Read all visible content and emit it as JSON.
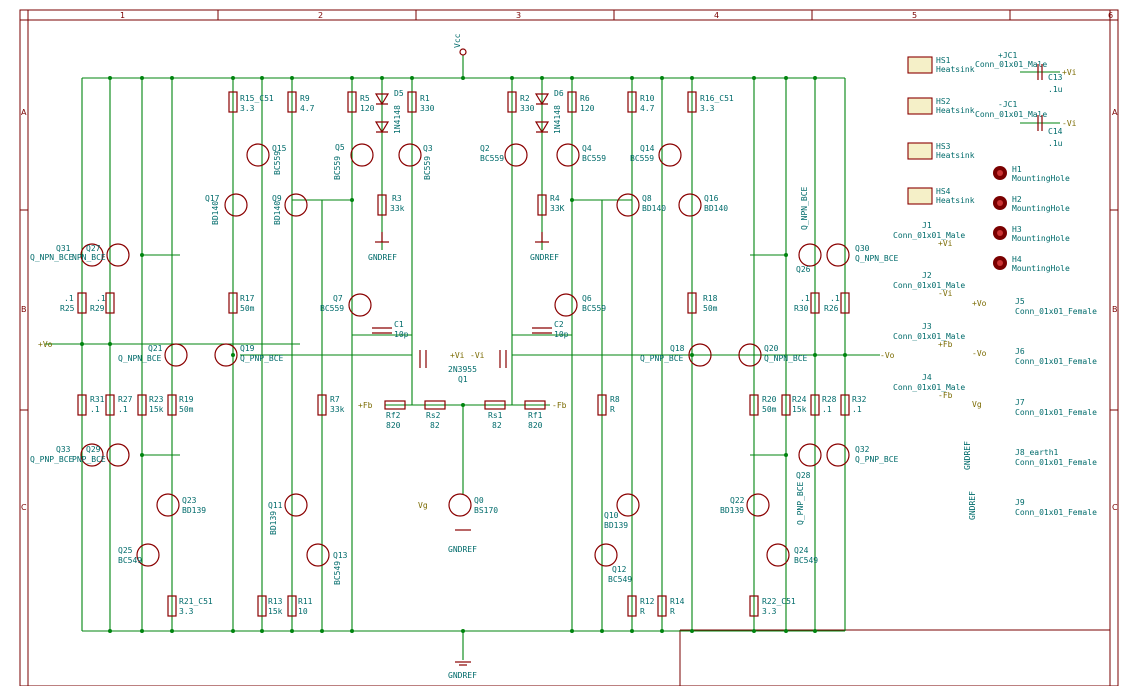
{
  "frame": {
    "columns": [
      "1",
      "2",
      "3",
      "4",
      "5",
      "6"
    ],
    "rows": [
      "A",
      "B",
      "C"
    ]
  },
  "power": {
    "vcc": "Vcc",
    "gnd": "GNDREF"
  },
  "labels": {
    "vp_left": "+Vo",
    "vm_right": "-Vo",
    "vi_plus": "+Vi",
    "vi_minus": "-Vi",
    "fb_plus": "+Fb",
    "fb_minus": "-Fb",
    "vg": "Vg"
  },
  "top_parts": [
    {
      "id": "r15",
      "ref": "R15_C51",
      "val": "3.3"
    },
    {
      "id": "r9",
      "ref": "R9",
      "val": "4.7"
    },
    {
      "id": "r5",
      "ref": "R5",
      "val": "120"
    },
    {
      "id": "d5",
      "ref": "D5",
      "val": "1N4148"
    },
    {
      "id": "r1",
      "ref": "R1",
      "val": "330"
    },
    {
      "id": "r2",
      "ref": "R2",
      "val": "330"
    },
    {
      "id": "d6",
      "ref": "D6",
      "val": "1N4148"
    },
    {
      "id": "r6",
      "ref": "R6",
      "val": "120"
    },
    {
      "id": "r10",
      "ref": "R10",
      "val": "4.7"
    },
    {
      "id": "r16",
      "ref": "R16_C51",
      "val": "3.3"
    }
  ],
  "transistors": [
    {
      "id": "q15",
      "ref": "Q15",
      "val": "BC559"
    },
    {
      "id": "q5",
      "ref": "Q5",
      "val": "BC559"
    },
    {
      "id": "q3",
      "ref": "Q3",
      "val": "BC559"
    },
    {
      "id": "q2",
      "ref": "Q2",
      "val": "BC559"
    },
    {
      "id": "q4",
      "ref": "Q4",
      "val": "BC559"
    },
    {
      "id": "q14",
      "ref": "Q14",
      "val": "BC559"
    },
    {
      "id": "q17",
      "ref": "Q17",
      "val": "BD140"
    },
    {
      "id": "q9",
      "ref": "Q9",
      "val": "BD140"
    },
    {
      "id": "q8",
      "ref": "Q8",
      "val": "BD140"
    },
    {
      "id": "q16",
      "ref": "Q16",
      "val": "BD140"
    },
    {
      "id": "q7",
      "ref": "Q7",
      "val": "BC559"
    },
    {
      "id": "q6",
      "ref": "Q6",
      "val": "BC559"
    },
    {
      "id": "q21",
      "ref": "Q21",
      "val": "Q_NPN_BCE"
    },
    {
      "id": "q19",
      "ref": "Q19",
      "val": "Q_PNP_BCE"
    },
    {
      "id": "q18",
      "ref": "Q18",
      "val": "Q_PNP_BCE"
    },
    {
      "id": "q20",
      "ref": "Q20",
      "val": "Q_NPN_BCE"
    },
    {
      "id": "q23",
      "ref": "Q23",
      "val": "BD139"
    },
    {
      "id": "q25",
      "ref": "Q25",
      "val": "BC549"
    },
    {
      "id": "q11",
      "ref": "Q11",
      "val": "BD139"
    },
    {
      "id": "q13",
      "ref": "Q13",
      "val": "BC549"
    },
    {
      "id": "q10",
      "ref": "Q10",
      "val": "BD139"
    },
    {
      "id": "q12",
      "ref": "Q12",
      "val": "BC549"
    },
    {
      "id": "q22",
      "ref": "Q22",
      "val": "BD139"
    },
    {
      "id": "q24",
      "ref": "Q24",
      "val": "BC549"
    },
    {
      "id": "q0",
      "ref": "Q0",
      "val": "BS170"
    },
    {
      "id": "q1",
      "ref": "Q1",
      "val": "2N3955"
    }
  ],
  "output_left": {
    "q31": "Q31",
    "q27": "Q27",
    "npn_label": "Q_NPN_BCE",
    "npn_label2": "NPN_BCE",
    "q33": "Q33",
    "q29": "Q29",
    "pnp_label": "Q_PNP_BCE",
    "pnp_label2": "PNP_BCE"
  },
  "output_right": {
    "q30": "Q30",
    "q26": "Q26",
    "q26_val": "Q_NPN_BCE",
    "q30_val": "Q_NPN_BCE",
    "q32": "Q32",
    "q28": "Q28",
    "q28_val": "Q_PNP_BCE",
    "q32_val": "Q_PNP_BCE"
  },
  "resistors_mid": [
    {
      "id": "r3",
      "ref": "R3",
      "val": "33k"
    },
    {
      "id": "r4",
      "ref": "R4",
      "val": "33K"
    },
    {
      "id": "r17",
      "ref": "R17",
      "val": "50m"
    },
    {
      "id": "r18",
      "ref": "R18",
      "val": "50m"
    },
    {
      "id": "r25",
      "ref": "R25",
      "val": ".1"
    },
    {
      "id": "r29",
      "ref": "R29",
      "val": ".1"
    },
    {
      "id": "r30",
      "ref": "R30",
      "val": ".1"
    },
    {
      "id": "r26",
      "ref": "R26",
      "val": ".1"
    },
    {
      "id": "r31",
      "ref": "R31",
      "val": ".1"
    },
    {
      "id": "r27",
      "ref": "R27",
      "val": ".1"
    },
    {
      "id": "r23",
      "ref": "R23",
      "val": "15k"
    },
    {
      "id": "r19",
      "ref": "R19",
      "val": "50m"
    },
    {
      "id": "r7",
      "ref": "R7",
      "val": "33k"
    },
    {
      "id": "r8",
      "ref": "R8",
      "val": "R"
    },
    {
      "id": "r20",
      "ref": "R20",
      "val": "50m"
    },
    {
      "id": "r24",
      "ref": "R24",
      "val": "15k"
    },
    {
      "id": "r28",
      "ref": "R28",
      "val": ".1"
    },
    {
      "id": "r32",
      "ref": "R32",
      "val": ".1"
    },
    {
      "id": "rf2",
      "ref": "Rf2",
      "val": "820"
    },
    {
      "id": "rs2",
      "ref": "Rs2",
      "val": "82"
    },
    {
      "id": "rs1",
      "ref": "Rs1",
      "val": "82"
    },
    {
      "id": "rf1",
      "ref": "Rf1",
      "val": "820"
    },
    {
      "id": "r21",
      "ref": "R21_C51",
      "val": "3.3"
    },
    {
      "id": "r13",
      "ref": "R13",
      "val": "15k"
    },
    {
      "id": "r11",
      "ref": "R11",
      "val": "10"
    },
    {
      "id": "r12",
      "ref": "R12",
      "val": "R"
    },
    {
      "id": "r14",
      "ref": "R14",
      "val": "R"
    },
    {
      "id": "r22",
      "ref": "R22_C51",
      "val": "3.3"
    }
  ],
  "caps": [
    {
      "id": "c1",
      "ref": "C1",
      "val": "10p"
    },
    {
      "id": "c2",
      "ref": "C2",
      "val": "10p"
    },
    {
      "id": "c13",
      "ref": "C13",
      "val": ".1u"
    },
    {
      "id": "c14",
      "ref": "C14",
      "val": ".1u"
    }
  ],
  "right_panel": {
    "hs": [
      {
        "ref": "HS1",
        "val": "Heatsink"
      },
      {
        "ref": "HS2",
        "val": "Heatsink"
      },
      {
        "ref": "HS3",
        "val": "Heatsink"
      },
      {
        "ref": "HS4",
        "val": "Heatsink"
      }
    ],
    "holes": [
      {
        "ref": "H1",
        "val": "MountingHole"
      },
      {
        "ref": "H2",
        "val": "MountingHole"
      },
      {
        "ref": "H3",
        "val": "MountingHole"
      },
      {
        "ref": "H4",
        "val": "MountingHole"
      }
    ],
    "jc1p": {
      "ref": "+JC1",
      "val": "Conn_01x01_Male",
      "net": "+Vi"
    },
    "jc1m": {
      "ref": "-JC1",
      "val": "Conn_01x01_Male",
      "net": "-Vi"
    },
    "j_male": [
      {
        "ref": "J1",
        "val": "Conn_01x01_Male",
        "net": "+Vi"
      },
      {
        "ref": "J2",
        "val": "Conn_01x01_Male",
        "net": "-Vi"
      },
      {
        "ref": "J3",
        "val": "Conn_01x01_Male",
        "net": "+Fb"
      },
      {
        "ref": "J4",
        "val": "Conn_01x01_Male",
        "net": "-Fb"
      }
    ],
    "j_female": [
      {
        "ref": "J5",
        "val": "Conn_01x01_Female",
        "net": "+Vo"
      },
      {
        "ref": "J6",
        "val": "Conn_01x01_Female",
        "net": "-Vo"
      },
      {
        "ref": "J7",
        "val": "Conn_01x01_Female",
        "net": "Vg"
      },
      {
        "ref": "J8_earth1",
        "val": "Conn_01x01_Female",
        "net": "GNDREF"
      },
      {
        "ref": "J9",
        "val": "Conn_01x01_Female",
        "net": "GNDREF"
      }
    ]
  }
}
